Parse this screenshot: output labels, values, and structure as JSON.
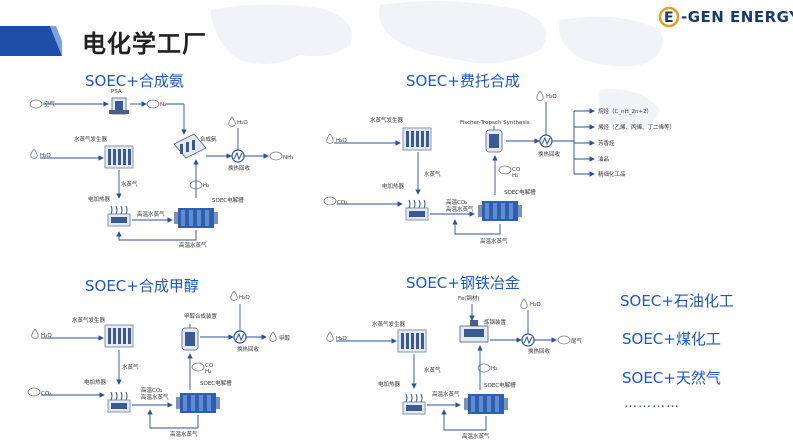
{
  "header": {
    "title": "电化学工厂",
    "logo_prefix": "E",
    "logo_text": "-GEN ENERGY"
  },
  "colors": {
    "accent_blue": "#1d56c8",
    "line_blue": "#2b4f9c",
    "header_bar": "#1c4fa8"
  },
  "panels": {
    "ammonia": {
      "title": "SOEC+合成氨",
      "psa": "PSA",
      "air": "空气",
      "n2": "N₂",
      "steam_gen": "水蒸气发生器",
      "water": "H₂O",
      "synth": "合成氨",
      "h2o_top": "H₂O",
      "heat_recovery": "换热回收",
      "product": "NH₃",
      "steam": "水蒸气",
      "h2": "H₂",
      "heater": "电加热器",
      "hot_steam": "高温水蒸气",
      "soec": "SOEC电解槽",
      "hot_steam_bottom": "高温水蒸气"
    },
    "ft": {
      "title": "SOEC+费托合成",
      "steam_gen": "水蒸气发生器",
      "water": "H₂O",
      "co2": "CO₂",
      "fts": "Fischer-Tropsch Synthesis",
      "h2o_top": "H₂O",
      "heat_recovery": "换热回收",
      "steam": "水蒸气",
      "co": "CO",
      "h2": "H₂",
      "heater": "电加热器",
      "hot_co2": "高温CO₂",
      "hot_steam": "高温水蒸气",
      "soec": "SOEC电解槽",
      "hot_steam_bottom": "高温水蒸气",
      "outputs": [
        "烷烃（C_nH_2n+2）",
        "烯烃（乙烯、丙烯、丁二烯等）",
        "芳香烃",
        "油品",
        "精细化工品"
      ]
    },
    "methanol": {
      "title": "SOEC+合成甲醇",
      "steam_gen": "水蒸气发生器",
      "water": "H₂O",
      "co2": "CO₂",
      "synth": "甲醇合成装置",
      "h2o_top": "H₂O",
      "heat_recovery": "换热回收",
      "product": "甲醇",
      "steam": "水蒸气",
      "co": "CO",
      "h2": "H₂",
      "heater": "电加热器",
      "hot_co2": "高温CO₂",
      "hot_steam": "高温水蒸气",
      "soec": "SOEC电解槽",
      "hot_steam_bottom": "高温水蒸气"
    },
    "steel": {
      "title": "SOEC+钢铁冶金",
      "steam_gen": "水蒸气发生器",
      "water": "H₂O",
      "fe": "Fe(钢材)",
      "furnace": "炼钢装置",
      "h2o_top": "H₂O",
      "heat_recovery": "换热回收",
      "product": "尾气",
      "steam": "水蒸气",
      "h2": "H₂",
      "heater": "电加热器",
      "hot_steam": "高温水蒸气",
      "soec": "SOEC电解槽",
      "hot_steam_bottom": "高温水蒸气"
    }
  },
  "side_list": [
    "SOEC+石油化工",
    "SOEC+煤化工",
    "SOEC+天然气"
  ],
  "side_dots": "…………"
}
